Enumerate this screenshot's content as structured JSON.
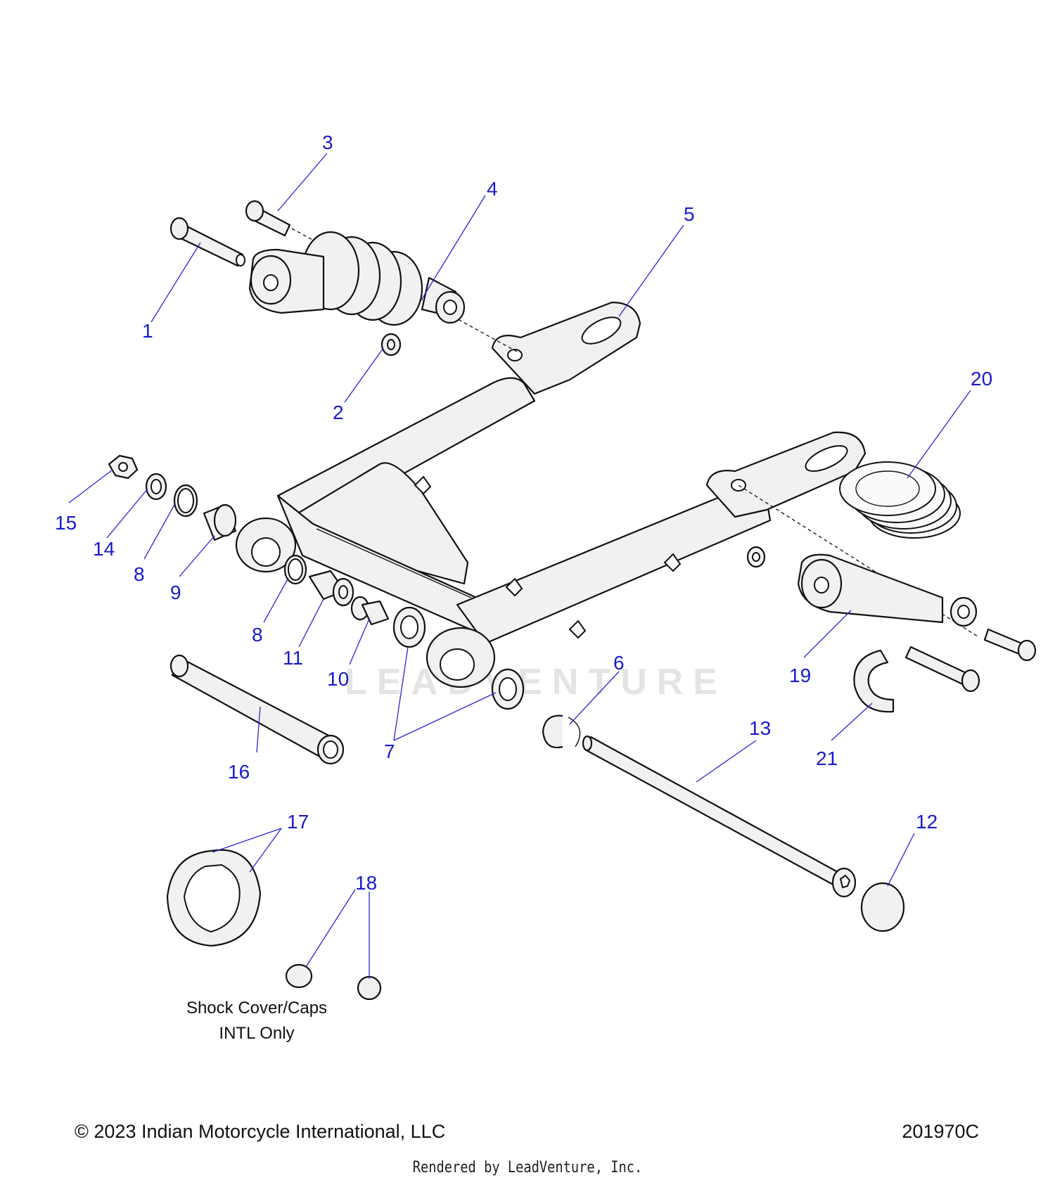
{
  "callouts": {
    "c1": "1",
    "c2": "2",
    "c3": "3",
    "c4": "4",
    "c5": "5",
    "c6": "6",
    "c7": "7",
    "c8a": "8",
    "c8b": "8",
    "c9": "9",
    "c10": "10",
    "c11": "11",
    "c12": "12",
    "c13": "13",
    "c14": "14",
    "c15": "15",
    "c16": "16",
    "c17": "17",
    "c18": "18",
    "c19": "19",
    "c20": "20",
    "c21": "21"
  },
  "note": {
    "line1": "Shock Cover/Caps",
    "line2": "INTL Only"
  },
  "footer": {
    "copyright": "© 2023 Indian Motorcycle International, LLC",
    "drawing_number": "201970C",
    "rendered_by": "Rendered by LeadVenture, Inc."
  },
  "watermark": "LEADVENTURE",
  "colors": {
    "callout": "#1a1acc",
    "linework": "#111111"
  }
}
